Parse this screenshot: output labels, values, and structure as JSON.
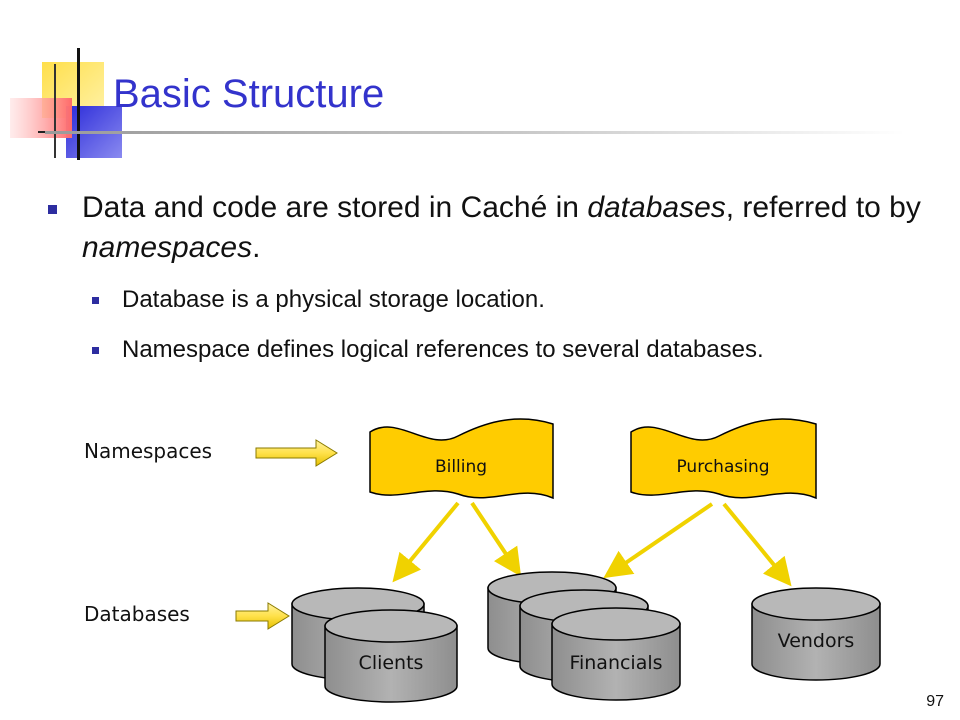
{
  "slide": {
    "title": "Basic Structure",
    "page_number": "97",
    "bullets": {
      "main": {
        "part1": "Data and code are stored in Caché in ",
        "em1": "databases",
        "part2": ", referred to by ",
        "em2": "namespaces",
        "part3": "."
      },
      "sub": [
        "Database is a physical storage location.",
        "Namespace defines logical references to several databases."
      ]
    }
  },
  "diagram": {
    "labels": {
      "namespaces": "Namespaces",
      "databases": "Databases"
    },
    "namespaces": [
      "Billing",
      "Purchasing"
    ],
    "databases": [
      "Clients",
      "Financials",
      "Vendors"
    ],
    "colors": {
      "namespace_fill": "#ffcc00",
      "database_fill": "#a6a6a6",
      "arrow": "#f0d200",
      "title": "#3333cc",
      "bullet": "#2d2da0"
    }
  }
}
